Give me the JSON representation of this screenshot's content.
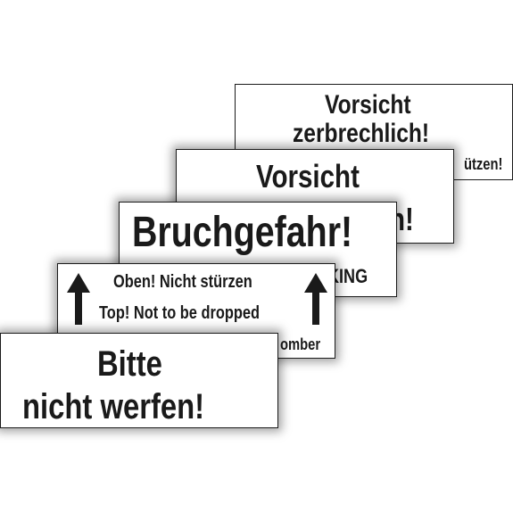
{
  "labels": [
    {
      "id": "vorsicht-zerbrechlich",
      "lines": [
        "Vorsicht",
        "zerbrechlich!",
        "ützen!"
      ]
    },
    {
      "id": "vorsicht",
      "lines": [
        "Vorsicht",
        "n!"
      ]
    },
    {
      "id": "bruchgefahr",
      "lines": [
        "Bruchgefahr!",
        "KING"
      ]
    },
    {
      "id": "oben-nicht-stuerzen",
      "lines": [
        "Oben! Nicht stürzen",
        "Top! Not to be dropped",
        "omber"
      ],
      "icons": [
        "up-arrow-icon",
        "up-arrow-icon"
      ]
    },
    {
      "id": "bitte-nicht-werfen",
      "lines": [
        "Bitte",
        "nicht werfen!"
      ]
    }
  ],
  "colors": {
    "ink": "#1a1a1a",
    "background": "#ffffff"
  }
}
